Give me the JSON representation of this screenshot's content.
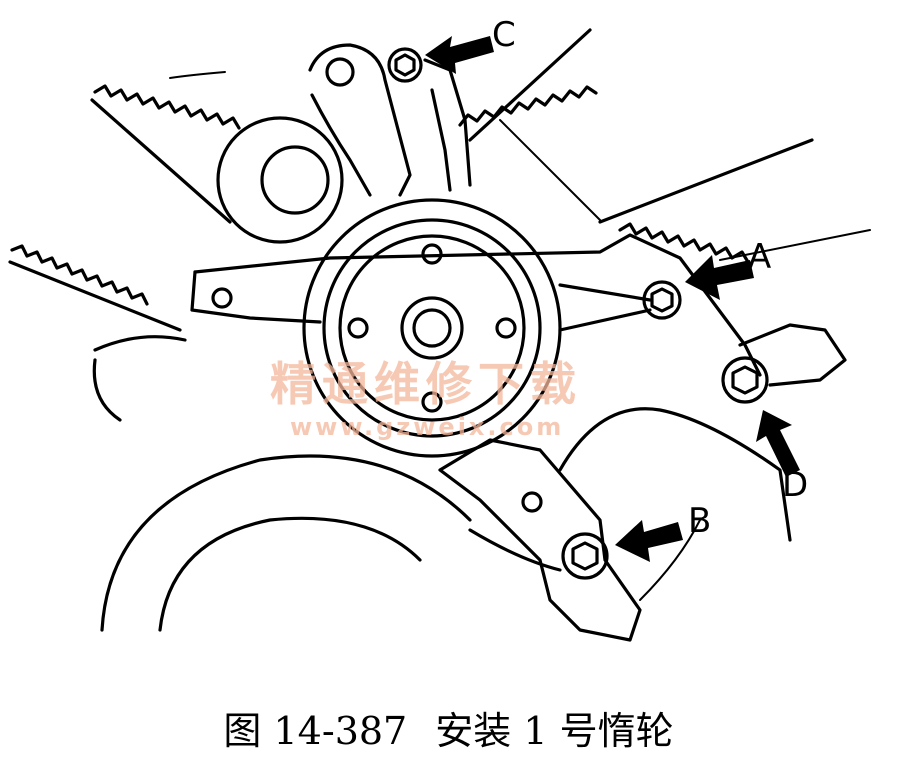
{
  "callouts": {
    "a": "A",
    "b": "B",
    "c": "C",
    "d": "D"
  },
  "watermark": {
    "line1": "精通维修下载",
    "line2": "www.gzweix.com"
  },
  "caption": {
    "figure_no": "图 14-387",
    "title": "安装 1 号惰轮"
  },
  "colors": {
    "line": "#000000",
    "watermark": "#f4b79b",
    "background": "#ffffff"
  }
}
